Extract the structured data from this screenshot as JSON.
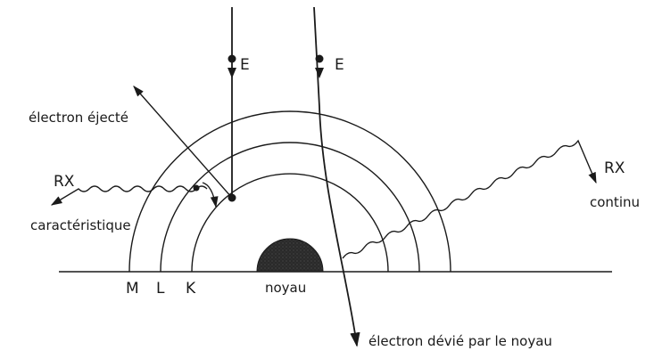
{
  "labels": {
    "electron_incident_left": "E",
    "electron_incident_right": "E",
    "ejected_electron": "électron éjecté",
    "rx_left": "RX",
    "characteristic": "caractéristique",
    "rx_right": "RX",
    "continuous": "continu",
    "shell_m": "M",
    "shell_l": "L",
    "shell_k": "K",
    "nucleus": "noyau",
    "deflected_electron": "électron dévié par le noyau"
  }
}
